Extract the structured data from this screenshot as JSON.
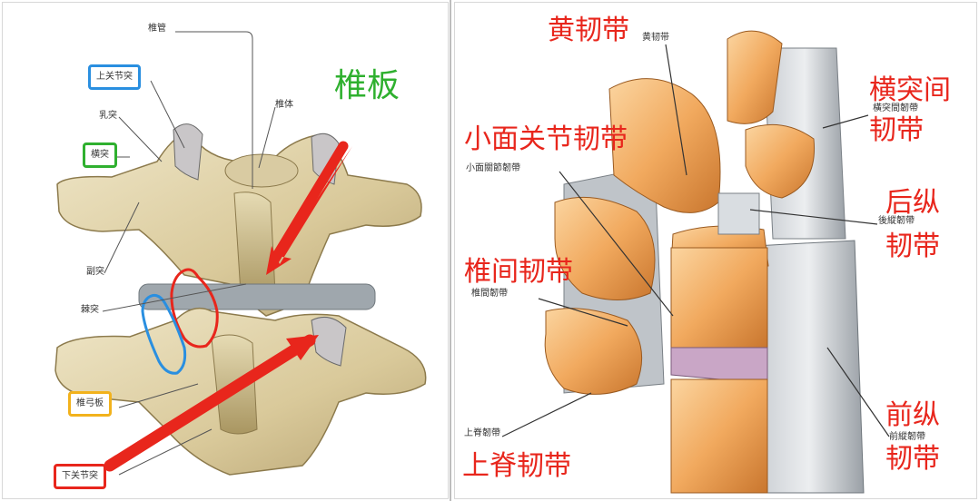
{
  "left": {
    "labels": {
      "vertebral_canal": "椎管",
      "superior_articular": "上关节突",
      "mammillary": "乳突",
      "transverse": "横突",
      "vertebral_body": "椎体",
      "accessory": "副突",
      "spinous": "棘突",
      "pedicle": "椎弓板",
      "inferior_articular": "下关节突",
      "lamina": "椎板"
    },
    "colors": {
      "blue_box": "#2a8fe0",
      "green_box": "#2fb02f",
      "orange_box": "#f2b21c",
      "red": "#e8261c"
    }
  },
  "right": {
    "labels": {
      "ligamentum_flavum": "黄韧带",
      "ligamentum_flavum_small": "黄韧带",
      "facet_ligament": "小面关节韧带",
      "facet_ligament_small": "小面關節韌帶",
      "intertransverse_1": "横突间",
      "intertransverse_2": "韧带",
      "intertransverse_small": "橫突間韌帶",
      "posterior_1": "后纵",
      "posterior_2": "韧带",
      "posterior_small": "後縱韌帶",
      "interspinous": "椎间韧带",
      "interspinous_small": "椎間韌帶",
      "anterior_1": "前纵",
      "anterior_2": "韧带",
      "anterior_small": "前縱韌帶",
      "supraspinous": "上脊韧带",
      "supraspinous_small": "上脊韌帶"
    }
  }
}
